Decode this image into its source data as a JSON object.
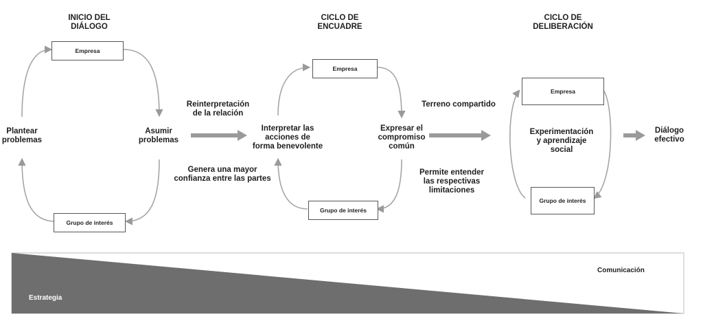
{
  "headings": {
    "start": "INICIO DEL\nDIÁLOGO",
    "framing": "CICLO DE\nENCUADRE",
    "deliberation": "CICLO DE\nDELIBERACIÓN"
  },
  "boxes": {
    "company": "Empresa",
    "stakeholder": "Grupo de interés"
  },
  "cycle1": {
    "left": "Plantear\nproblemas",
    "right": "Asumir\nproblemas"
  },
  "transition1": {
    "above": "Reinterpretación\nde la relación",
    "below": "Genera una mayor\nconfianza entre las partes"
  },
  "cycle2": {
    "left": "Interpretar las\nacciones de\nforma benevolente",
    "right": "Expresar el\ncompromiso\ncomún"
  },
  "transition2": {
    "above": "Terreno compartido",
    "below": "Permite entender\nlas respectivas\nlimitaciones"
  },
  "cycle3": {
    "center": "Experimentación\ny aprendizaje\nsocial"
  },
  "outcome": "Diálogo\nefectivo",
  "bar": {
    "strategy": "Estrategia",
    "communication": "Comunicación"
  },
  "colors": {
    "arrow": "#9a9a9a",
    "bar_fill": "#6e6e6e",
    "box_border": "#555555"
  }
}
